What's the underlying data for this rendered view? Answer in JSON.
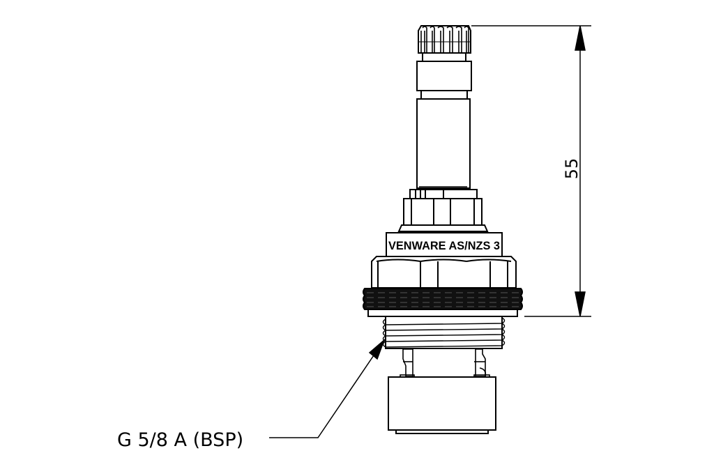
{
  "drawing": {
    "type": "technical-drawing",
    "subject": "tap cartridge / spindle side elevation",
    "dimension": {
      "value": "55",
      "orientation": "vertical"
    },
    "callout": {
      "label": "G 5/8 A (BSP)"
    },
    "markings": {
      "body_text": "VENWARE AS/NZS 3"
    },
    "colors": {
      "line": "#000000",
      "background": "#ffffff"
    }
  }
}
